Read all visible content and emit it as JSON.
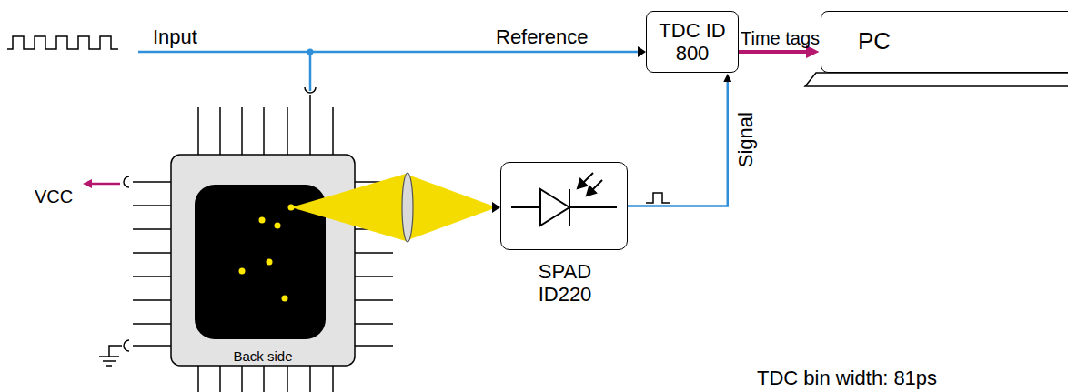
{
  "diagram": {
    "nodes": [
      {
        "text": [
          "TDC ID 800"
        ]
      },
      {
        "text": [
          "PC"
        ]
      },
      {
        "text": [
          "Back side"
        ]
      },
      {
        "text": [
          "SPAD ID220"
        ]
      }
    ],
    "edges": [
      {
        "from": 0,
        "to": 1,
        "arrow": "to",
        "label": "Time tags"
      },
      {
        "from": 3,
        "to": 0,
        "arrow": "to",
        "label": "Signal"
      }
    ],
    "labels": [
      "Input",
      "Reference",
      "VCC",
      "TDC bin width: 81ps"
    ]
  }
}
